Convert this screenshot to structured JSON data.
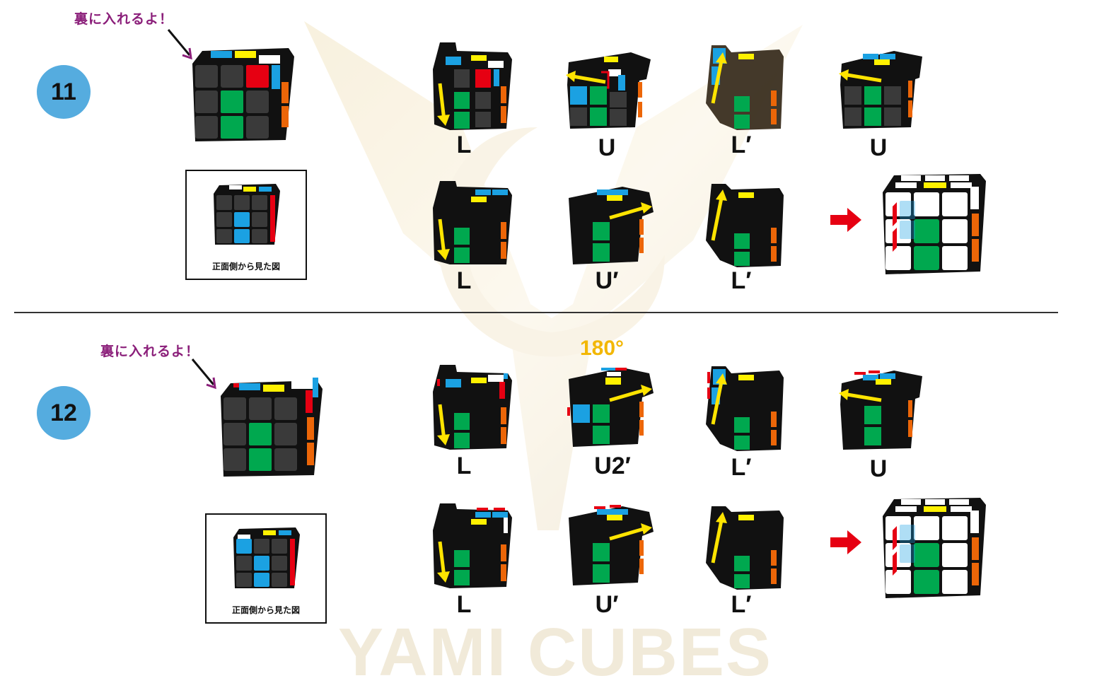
{
  "watermark": {
    "text": "YAMI CUBES"
  },
  "colors": {
    "circle": "#55acdf",
    "note": "#8b1f7a",
    "arrow_yellow": "#ffe400",
    "degree": "#f2b705",
    "sticker_green": "#00a84f",
    "sticker_blue": "#1ba1e2",
    "sticker_red": "#e60012",
    "sticker_orange": "#ec6608",
    "sticker_yellow": "#fff100",
    "cube_body": "#3a3a3a"
  },
  "sections": [
    {
      "number": "11",
      "note": "裏に入れるよ！",
      "front_view_caption": "正面側から見た図",
      "row1_moves": [
        "L",
        "U",
        "L′",
        "U"
      ],
      "row2_moves": [
        "L",
        "U′",
        "L′"
      ],
      "result_arrow": "right-arrow"
    },
    {
      "number": "12",
      "note": "裏に入れるよ！",
      "front_view_caption": "正面側から見た図",
      "rotation_label": "180°",
      "row1_moves": [
        "L",
        "U2′",
        "L′",
        "U"
      ],
      "row2_moves": [
        "L",
        "U′",
        "L′"
      ],
      "result_arrow": "right-arrow"
    }
  ]
}
